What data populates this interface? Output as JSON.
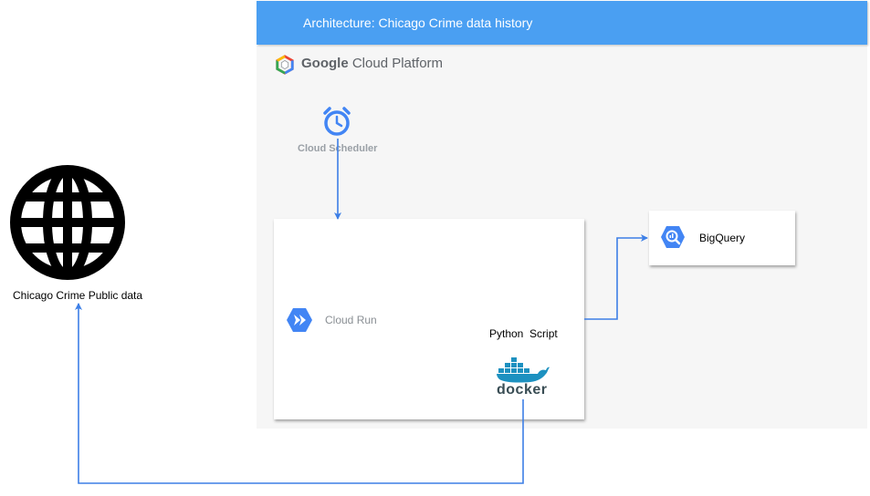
{
  "title": "Architecture: Chicago Crime data history",
  "gcp": {
    "brand_bold": "Google",
    "brand_rest": "Cloud Platform"
  },
  "nodes": {
    "scheduler": {
      "label": "Cloud Scheduler",
      "icon": "alarm-clock-icon"
    },
    "cloud_run": {
      "label": "Cloud Run",
      "icon": "cloud-run-icon"
    },
    "python_script": {
      "label": "Python  Script"
    },
    "docker": {
      "label": "docker",
      "icon": "docker-whale-icon"
    },
    "bigquery": {
      "label": "BigQuery",
      "icon": "bigquery-icon"
    },
    "public_data": {
      "label": "Chicago Crime Public data",
      "icon": "globe-icon"
    }
  },
  "edges": [
    {
      "from": "scheduler",
      "to": "cloud_run"
    },
    {
      "from": "cloud_run",
      "to": "bigquery"
    },
    {
      "from": "docker",
      "to": "public_data"
    }
  ],
  "colors": {
    "title_bar": "#4a9ff2",
    "gcp_blue": "#4285f4",
    "connector": "#3d7fe6",
    "panel": "#f6f6f6"
  }
}
